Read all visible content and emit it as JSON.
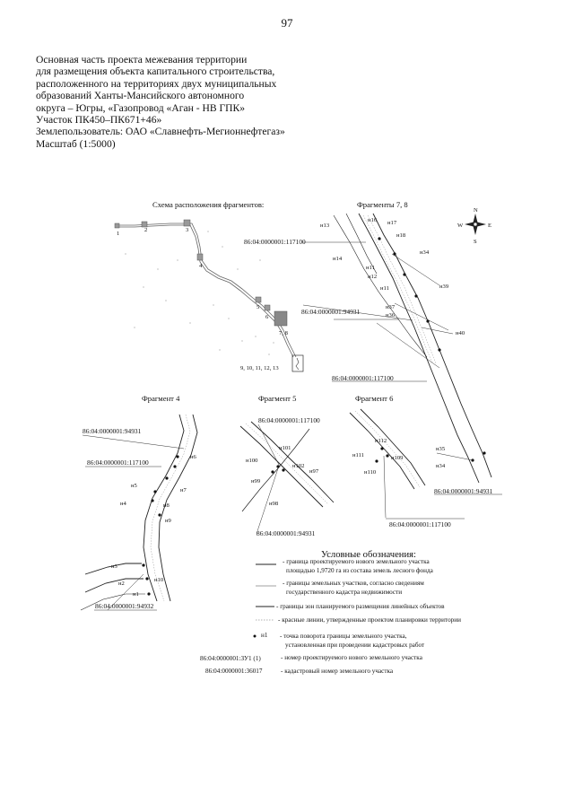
{
  "page": {
    "number": "97"
  },
  "header": {
    "lines": [
      "Основная часть проекта межевания территории",
      "для размещения объекта капитального строительства,",
      "расположенного на территориях двух муниципальных",
      "образований Ханты-Мансийского автономного",
      "округа – Югры, «Газопровод «Аган - НВ ГПК»",
      "Участок ПК450–ПК671+46»",
      "Землепользователь: ОАО «Славнефть-Мегионнефтегаз»",
      "Масштаб (1:5000)"
    ]
  },
  "scheme": {
    "title": "Схема расположения фрагментов:",
    "labels": [
      "1",
      "2",
      "3",
      "4",
      "5",
      "6",
      "7, 8",
      "9, 10, 11, 12, 13"
    ]
  },
  "compass": {
    "n": "N",
    "s": "S",
    "w": "W",
    "e": "E"
  },
  "frag78": {
    "title": "Фрагменты 7, 8",
    "cad_a": "86:04:0000001:117100",
    "cad_b": "86:04:0000001:94931",
    "cad_c": "86:04:0000001:117100",
    "cad_d": "86:04:0000001:94931",
    "points": [
      "н13",
      "н16",
      "н17",
      "н18",
      "н14",
      "н34",
      "н11",
      "н12",
      "н39",
      "н11",
      "н37",
      "н36",
      "н40",
      "н35",
      "н34"
    ]
  },
  "frag4": {
    "title": "Фрагмент 4",
    "cad_a": "86:04:0000001:94931",
    "cad_b": "86:04:0000001:117100",
    "cad_c": "86:04:0000001:94932",
    "points": [
      "н6",
      "н5",
      "н4",
      "н7",
      "н8",
      "н9",
      "н3",
      "н2",
      "н1",
      "н10"
    ]
  },
  "frag5": {
    "title": "Фрагмент 5",
    "cad_a": "86:04:0000001:117100",
    "cad_b": "86:04:0000001:94931",
    "points": [
      "н101",
      "н100",
      "н102",
      "н97",
      "н99",
      "н98"
    ]
  },
  "frag6": {
    "title": "Фрагмент 6",
    "cad_a": "86:04:0000001:117100",
    "points": [
      "н112",
      "н111",
      "н109",
      "н110"
    ]
  },
  "legend": {
    "title": "Условные обозначения:",
    "items": [
      {
        "text1": "- граница проектируемого нового земельного участка",
        "text2": "площадью 1,9720 га из состава земель лесного фонда"
      },
      {
        "text1": "- границы земельных участков, согласно сведениям",
        "text2": "государственного кадастра недвижимости"
      },
      {
        "text1": "- границы зон планируемого размещения линейных объектов",
        "text2": ""
      },
      {
        "text1": "- красные линии, утвержденные проектом планировки территории",
        "text2": ""
      },
      {
        "sample": "н1",
        "text1": "- точка поворота границы земельного участка,",
        "text2": "установленная при проведении кадастровых работ"
      },
      {
        "sample": "86:04:0000001:ЗУ1 (1)",
        "text1": "- номер проектируемого нового земельного участка",
        "text2": ""
      },
      {
        "sample": "86:04:0000001:36017",
        "text1": "- кадастровый номер земельного участка",
        "text2": ""
      }
    ]
  }
}
